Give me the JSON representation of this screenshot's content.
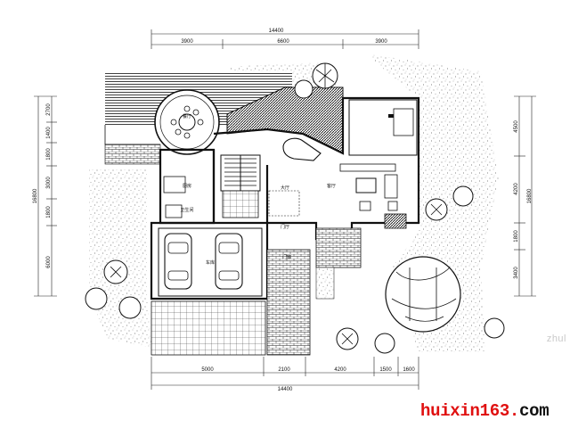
{
  "dimensions": {
    "top_total": "14400",
    "top_segments": [
      "3900",
      "6600",
      "3900"
    ],
    "bottom_total": "14400",
    "bottom_segments": [
      "5000",
      "2100",
      "4200",
      "1500",
      "1600"
    ],
    "left_total": "16800",
    "left_segments": [
      "2700",
      "1400",
      "1800",
      "3000",
      "1800",
      "6000"
    ],
    "right_total": "16800",
    "right_segments": [
      "4500",
      "4200",
      "1800",
      "3400"
    ]
  },
  "rooms": {
    "living": "客厅",
    "kitchen": "厨房",
    "dining": "餐厅",
    "entry": "门厅",
    "bath": "卫生间",
    "hall": "大厅",
    "porch": "门廊",
    "garage": "车库"
  },
  "watermark": "zhul",
  "brand": {
    "name": "huixin163",
    "dot": ".",
    "tld": "com"
  },
  "colors": {
    "brand_red": "#e01010",
    "line": "#111111"
  }
}
